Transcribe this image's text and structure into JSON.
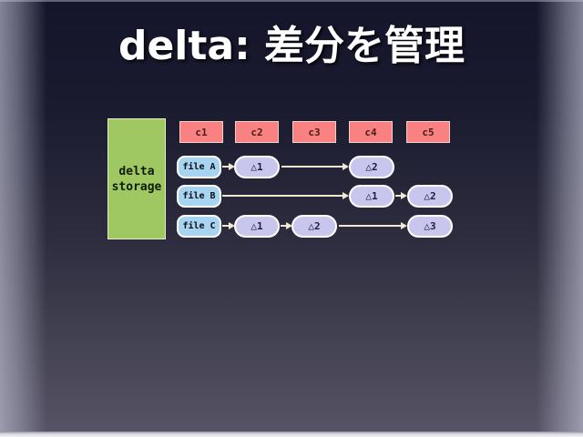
{
  "slide": {
    "title": "delta: 差分を管理"
  },
  "diagram": {
    "storage": {
      "line1": "delta",
      "line2": "storage"
    },
    "commits": [
      {
        "label": "c1"
      },
      {
        "label": "c2"
      },
      {
        "label": "c3"
      },
      {
        "label": "c4"
      },
      {
        "label": "c5"
      }
    ],
    "rows": [
      {
        "file": "file A",
        "deltas": [
          {
            "label": "△1",
            "column": "c2"
          },
          {
            "label": "△2",
            "column": "c4"
          }
        ]
      },
      {
        "file": "file B",
        "deltas": [
          {
            "label": "△1",
            "column": "c4"
          },
          {
            "label": "△2",
            "column": "c5"
          }
        ]
      },
      {
        "file": "file C",
        "deltas": [
          {
            "label": "△1",
            "column": "c2"
          },
          {
            "label": "△2",
            "column": "c3"
          },
          {
            "label": "△3",
            "column": "c5"
          }
        ]
      }
    ]
  },
  "colors": {
    "background_top": "#14142a",
    "background_bottom": "#575466",
    "edge_glow": "#c8c8da",
    "title_text": "#ffffff",
    "storage_fill": "#9fc862",
    "commit_fill": "#f98181",
    "file_fill": "#a6d4f1",
    "delta_fill": "#c9c6ee",
    "node_border": "#ffffff",
    "arrow": "#efe9d2"
  }
}
